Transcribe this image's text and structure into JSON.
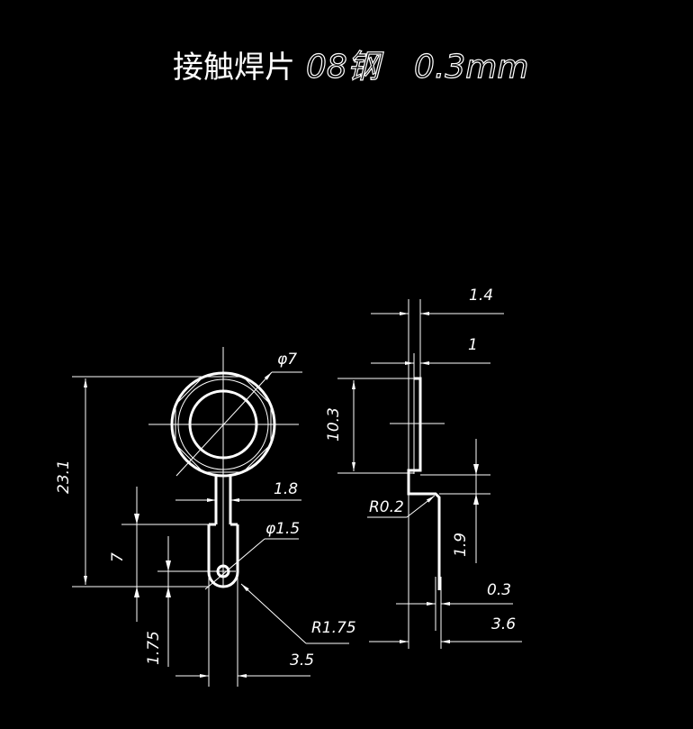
{
  "title": {
    "name": "接触焊片",
    "material": "08钢",
    "thickness": "0.3mm"
  },
  "front_view": {
    "dims": {
      "outer_diameter": "φ7",
      "total_length": "23.1",
      "neck_width": "1.8",
      "hole_diameter": "φ1.5",
      "tab_length": "7",
      "end_radius": "R1.75",
      "hole_offset": "1.75",
      "tab_width": "3.5"
    }
  },
  "side_view": {
    "dims": {
      "top_width": "1.4",
      "top_flange": "1",
      "upper_height": "10.3",
      "bend_radius": "R0.2",
      "offset": "1.9",
      "thickness": "0.3",
      "total_width": "3.6"
    }
  }
}
